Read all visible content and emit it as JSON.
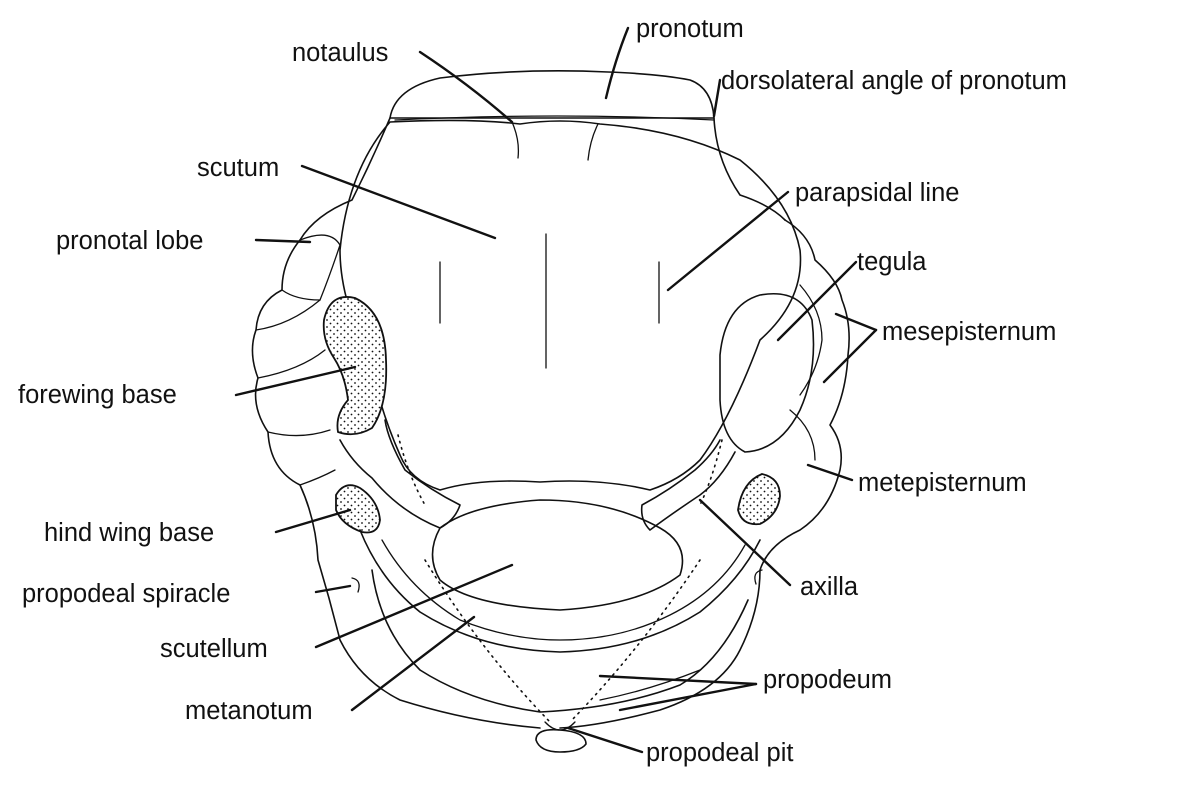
{
  "labels": {
    "notaulus": "notaulus",
    "pronotum": "pronotum",
    "dorsolateral_angle": "dorsolateral angle of pronotum",
    "scutum": "scutum",
    "parapsidal_line": "parapsidal line",
    "pronotal_lobe": "pronotal lobe",
    "tegula": "tegula",
    "mesepisternum": "mesepisternum",
    "forewing_base": "forewing base",
    "metepisternum": "metepisternum",
    "hind_wing_base": "hind wing base",
    "axilla": "axilla",
    "propodeal_spiracle": "propodeal spiracle",
    "scutellum": "scutellum",
    "propodeum": "propodeum",
    "metanotum": "metanotum",
    "propodeal_pit": "propodeal pit"
  }
}
